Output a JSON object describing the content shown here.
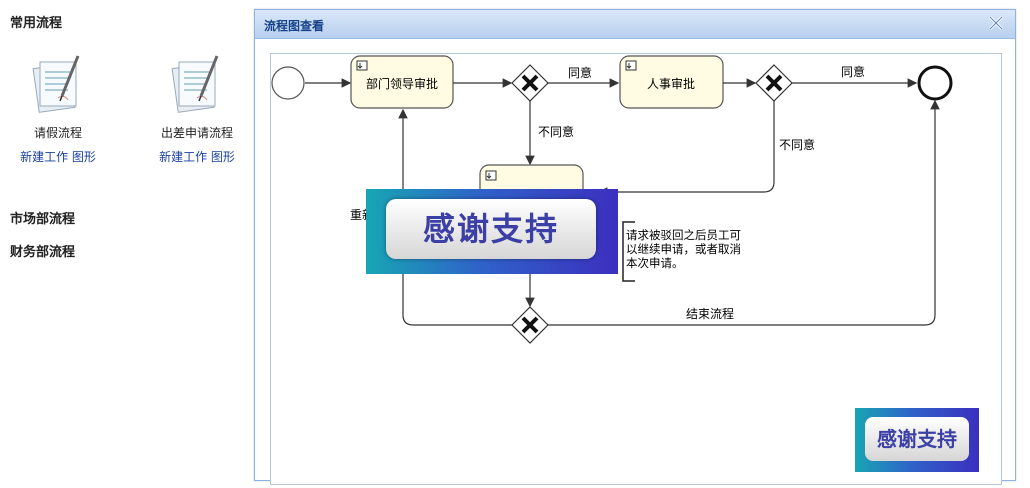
{
  "sidebar": {
    "common_title": "常用流程",
    "processes": [
      {
        "name": "请假流程",
        "new_work": "新建工作",
        "graph": "图形"
      },
      {
        "name": "出差申请流程",
        "new_work": "新建工作",
        "graph": "图形"
      }
    ],
    "market_title": "市场部流程",
    "finance_title": "财务部流程"
  },
  "dialog": {
    "title": "流程图查看",
    "close_icon": "close-icon"
  },
  "diagram": {
    "task_dept_review": "部门领导审批",
    "task_hr_review": "人事审批",
    "label_agree_1": "同意",
    "label_agree_2": "同意",
    "label_disagree_1": "不同意",
    "label_disagree_2": "不同意",
    "label_resubmit": "重新",
    "label_end_process": "结束流程",
    "annotation_line1": "请求被驳回之后员工可",
    "annotation_line2": "以继续申请，或者取消",
    "annotation_line3": "本次申请。"
  },
  "overlay": {
    "banner_big": "感谢支持",
    "banner_small": "感谢支持"
  },
  "colors": {
    "header_title": "#15428b",
    "link": "#1a3f9c",
    "banner_bg": "#3a3fc4",
    "banner_text": "#3b3fa6"
  }
}
